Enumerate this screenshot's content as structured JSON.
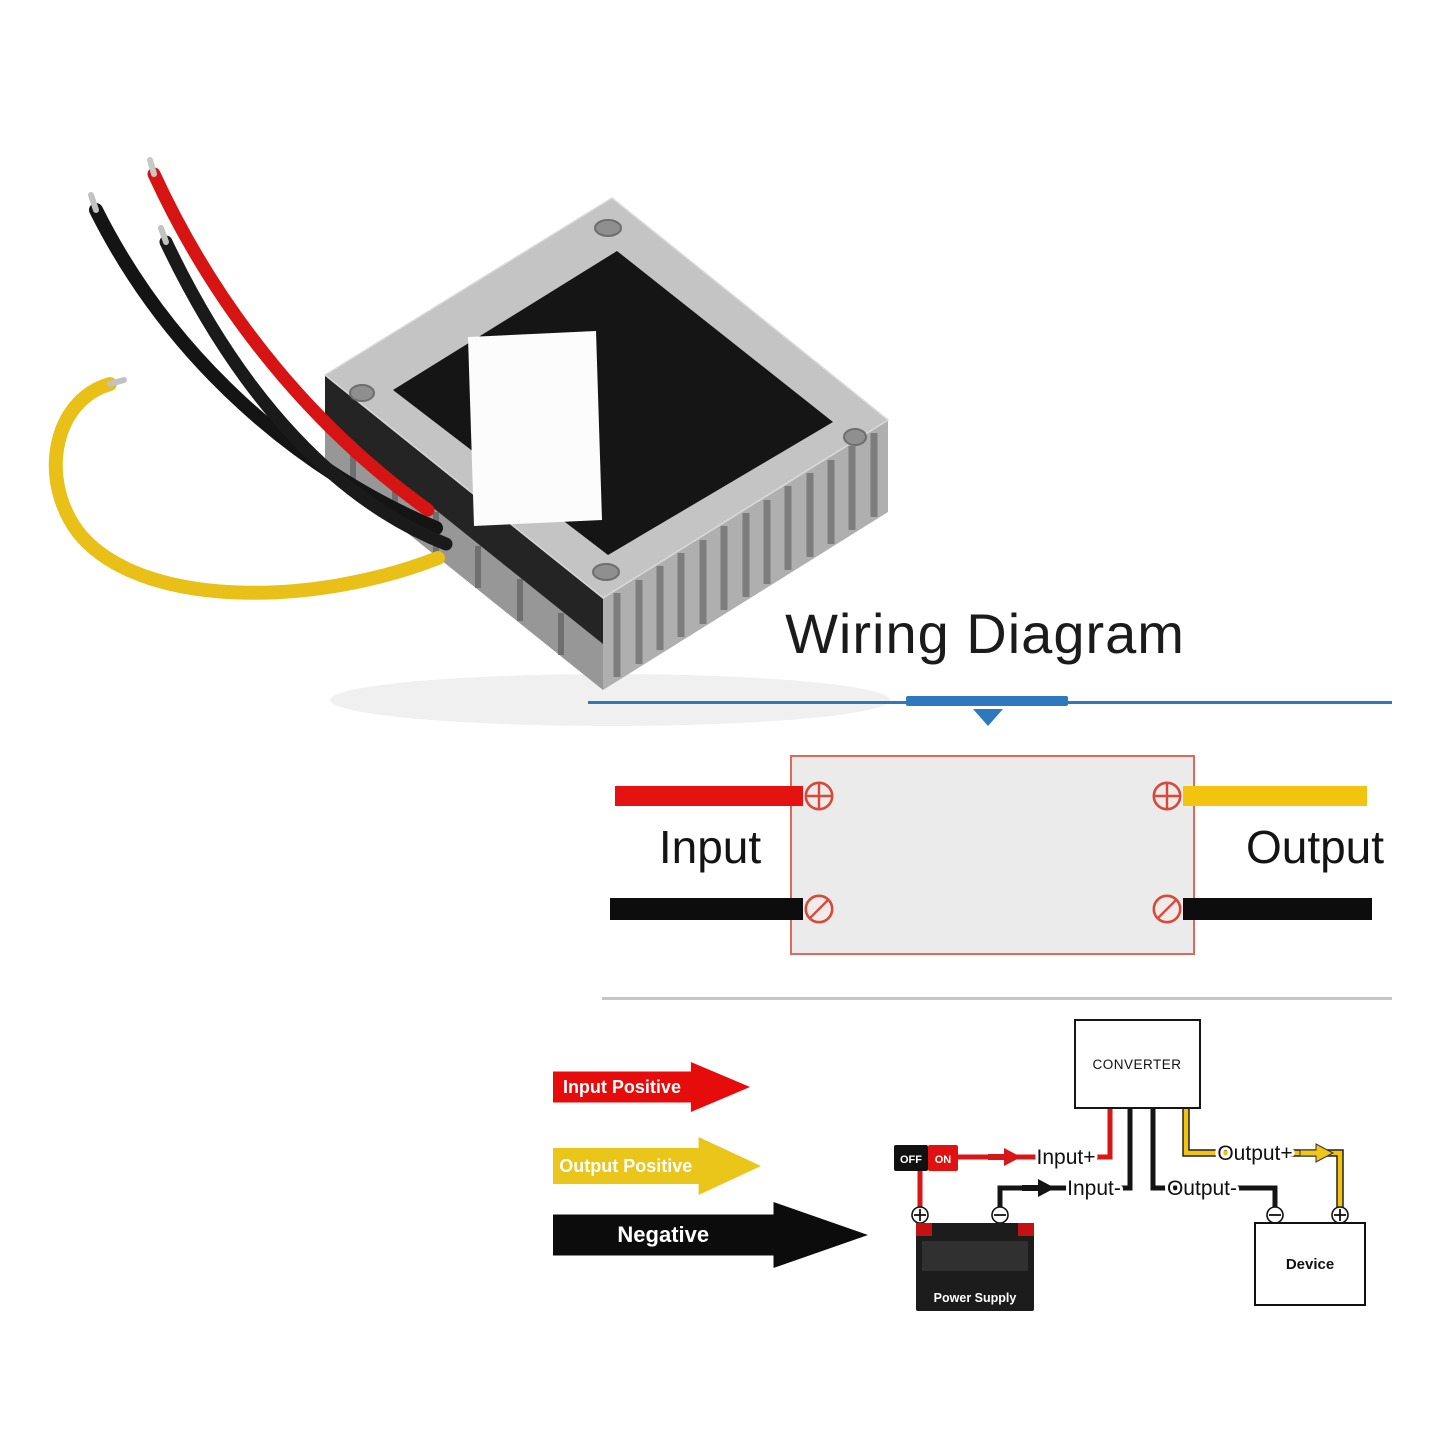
{
  "title": "Wiring Diagram",
  "wiring_diagram": {
    "input_label": "Input",
    "output_label": "Output"
  },
  "legend": {
    "items": [
      {
        "label": "Input Positive",
        "color": "#e60c0c"
      },
      {
        "label": "Output Positive",
        "color": "#eac51a"
      },
      {
        "label": "Negative",
        "color": "#0c0c0c"
      }
    ]
  },
  "schematic": {
    "converter_label": "CONVERTER",
    "switch": {
      "off": "OFF",
      "on": "ON"
    },
    "labels": {
      "input_plus": "Input+",
      "input_minus": "Input-",
      "output_plus": "Output+",
      "output_minus": "Output-"
    },
    "power_supply_label": "Power Supply",
    "device_label": "Device"
  },
  "colors": {
    "divider_blue": "#2e78bd",
    "wire_red": "#e51212",
    "wire_yellow": "#f2c40f",
    "wire_black": "#0d0d0d",
    "terminal_red": "#d64a3c"
  },
  "icons": {
    "plus_terminal": "circle-with-cross",
    "screw_terminal": "circle-with-slash",
    "arrow_down": "filled-triangle-down",
    "legend_arrow": "block-arrow-right"
  }
}
